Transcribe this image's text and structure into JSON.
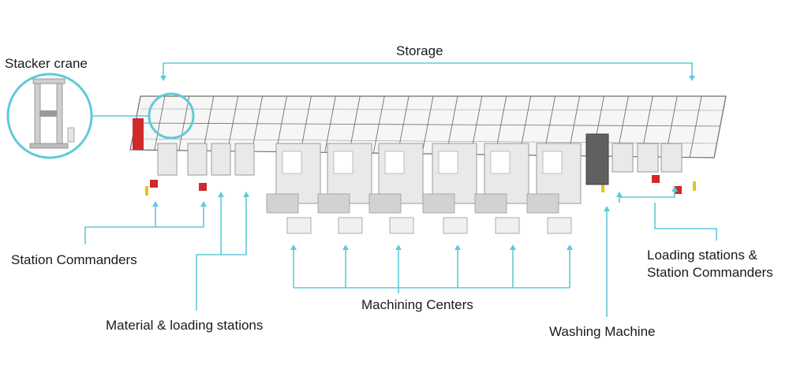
{
  "colors": {
    "callout": "#5fcad8",
    "frame": "#707070",
    "machine": "#e9e9e9",
    "accent_red": "#d0292b",
    "accent_yellow": "#e9c21d",
    "washer": "#606060"
  },
  "labels": {
    "storage": "Storage",
    "stacker_crane": "Stacker crane",
    "station_commanders": "Station Commanders",
    "material_loading": "Material & loading stations",
    "machining_centers": "Machining Centers",
    "washing_machine": "Washing Machine",
    "loading_station_commanders_line1": "Loading stations &",
    "loading_station_commanders_line2": "Station Commanders"
  }
}
